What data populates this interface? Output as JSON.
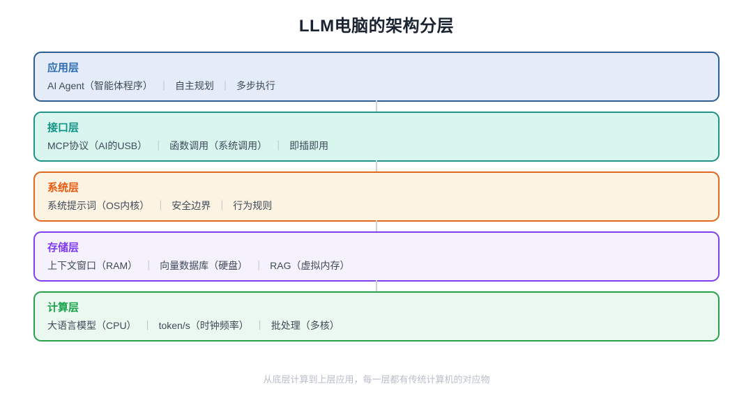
{
  "page": {
    "title": "LLM电脑的架构分层",
    "footer": "从底层计算到上层应用，每一层都有传统计算机的对应物"
  },
  "separator": "｜",
  "connector_color": "#ccd2da",
  "layers": [
    {
      "id": "application",
      "title": "应用层",
      "items": [
        "AI Agent（智能体程序）",
        "自主规划",
        "多步执行"
      ],
      "colors": {
        "border": "#2e5d90",
        "background": "#e4ecf7",
        "title": "#2e6cb2"
      }
    },
    {
      "id": "interface",
      "title": "接口层",
      "items": [
        "MCP协议（AI的USB）",
        "函数调用（系统调用）",
        "即插即用"
      ],
      "colors": {
        "border": "#1e9285",
        "background": "#d8f5ee",
        "title": "#0f9384"
      }
    },
    {
      "id": "system",
      "title": "系统层",
      "items": [
        "系统提示词（OS内核）",
        "安全边界",
        "行为规则"
      ],
      "colors": {
        "border": "#e0671b",
        "background": "#fdf3e3",
        "title": "#e8590c"
      }
    },
    {
      "id": "storage",
      "title": "存储层",
      "items": [
        "上下文窗口（RAM）",
        "向量数据库（硬盘）",
        "RAG（虚拟内存）"
      ],
      "colors": {
        "border": "#7d40ee",
        "background": "#f5f1fd",
        "title": "#7e3af2"
      }
    },
    {
      "id": "compute",
      "title": "计算层",
      "items": [
        "大语言模型（CPU）",
        "token/s（时钟频率）",
        "批处理（多核）"
      ],
      "colors": {
        "border": "#28a14b",
        "background": "#ebf8ef",
        "title": "#18a34a"
      }
    }
  ]
}
